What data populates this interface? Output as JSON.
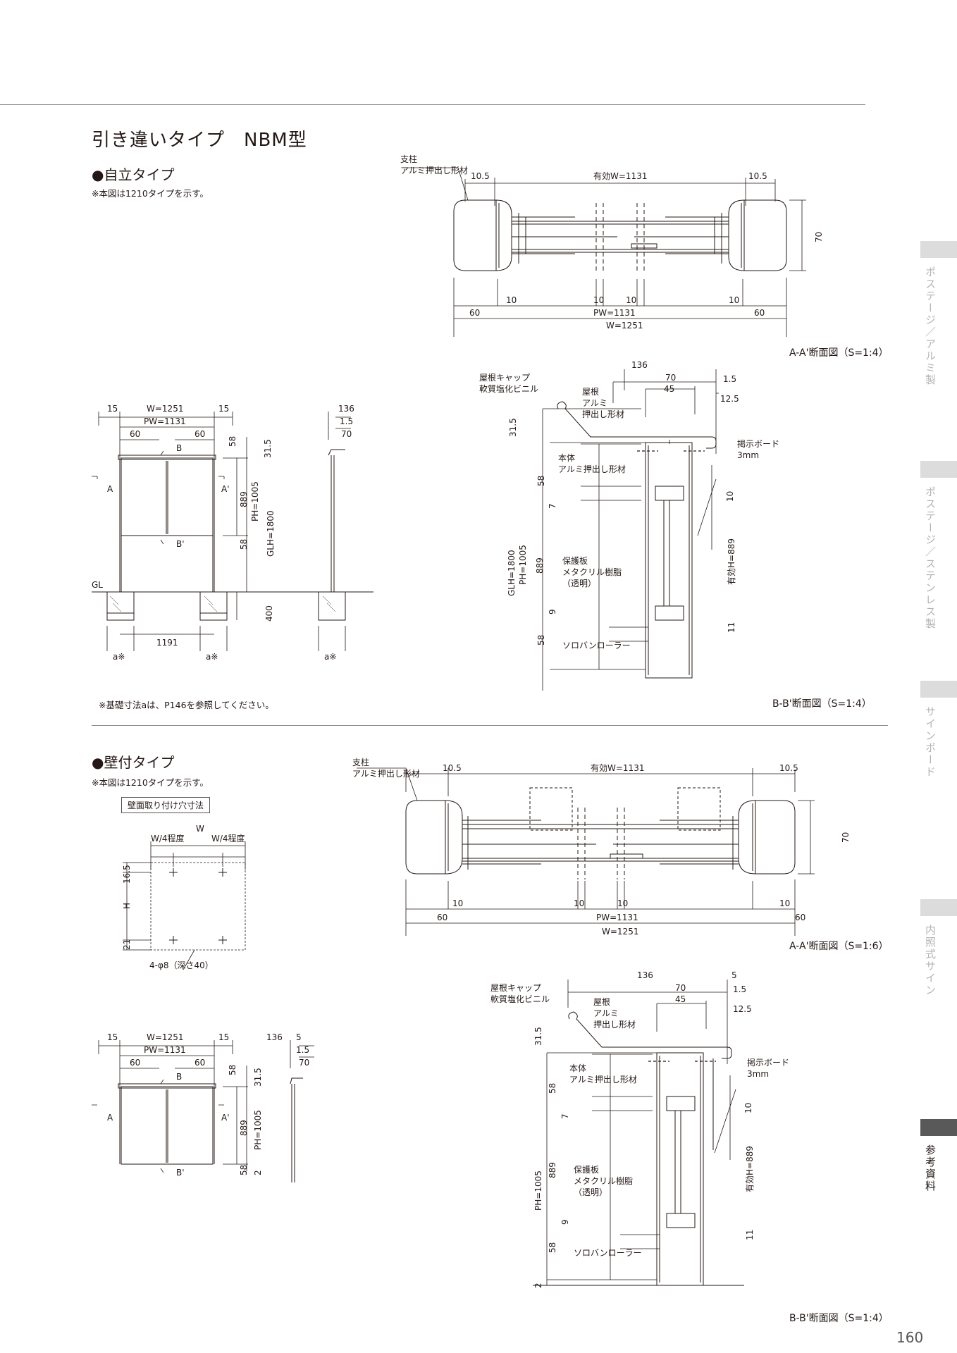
{
  "page": {
    "title": "引き違いタイプ　NBM型",
    "page_number": "160"
  },
  "tabs": [
    {
      "label": "ポステージ／アルミ製",
      "active": false
    },
    {
      "label": "ポステージ／ステンレス製",
      "active": false
    },
    {
      "label": "サインボード",
      "active": false
    },
    {
      "label": "内照式サイン",
      "active": false
    },
    {
      "label": "参考資料",
      "active": true
    }
  ],
  "section1": {
    "heading": "●自立タイプ",
    "note": "※本図は1210タイプを示す。",
    "footnote": "※基礎寸法aは、P146を参照してください。",
    "aa_caption": "A-A'断面図（S=1:4）",
    "bb_caption": "B-B'断面図（S=1:4）",
    "aa": {
      "post_label1": "支柱",
      "post_label2": "アルミ押出し形材",
      "d_left": "10.5",
      "d_eff": "有効W=1131",
      "d_right": "10.5",
      "d_h": "70",
      "d_10a": "10",
      "d_10b": "10",
      "d_10c": "10",
      "d_10d": "10",
      "d_60a": "60",
      "d_pw": "PW=1131",
      "d_60b": "60",
      "d_w": "W=1251"
    },
    "front": {
      "d15a": "15",
      "dw": "W=1251",
      "d15b": "15",
      "dpw": "PW=1131",
      "d60a": "60",
      "d60b": "60",
      "lb": "B",
      "la": "A",
      "la2": "A'",
      "lb2": "B'",
      "d58a": "58",
      "d315": "31.5",
      "d889": "889",
      "dph": "PH=1005",
      "dglh": "GLH=1800",
      "d58b": "58",
      "gl": "GL",
      "d400": "400",
      "d1191": "1191",
      "da1": "a※",
      "da2": "a※"
    },
    "side": {
      "d136": "136",
      "d15": "1.5",
      "d70": "70",
      "da": "a※"
    },
    "bb": {
      "d136": "136",
      "d70": "70",
      "d45": "45",
      "d15": "1.5",
      "d125": "12.5",
      "roofcap1": "屋根キャップ",
      "roofcap2": "軟質塩化ビニル",
      "roof1": "屋根",
      "roof2": "アルミ",
      "roof3": "押出し形材",
      "d315": "31.5",
      "body1": "本体",
      "body2": "アルミ押出し形材",
      "board1": "掲示ボード",
      "board2": "3mm",
      "d58a": "58",
      "d7": "7",
      "d10": "10",
      "dglh": "GLH=1800",
      "dph": "PH=1005",
      "d889": "889",
      "prot1": "保護板",
      "prot2": "メタクリル樹脂",
      "prot3": "（透明）",
      "deff": "有効H=889",
      "d9": "9",
      "d11": "11",
      "d58b": "58",
      "roller": "ソロバンローラー"
    }
  },
  "section2": {
    "heading": "●壁付タイプ",
    "note": "※本図は1210タイプを示す。",
    "aa_caption": "A-A'断面図（S=1:6）",
    "bb_caption": "B-B'断面図（S=1:4）",
    "wall": {
      "box": "壁面取り付け穴寸法",
      "dw": "W",
      "dw4a": "W/4程度",
      "dw4b": "W/4程度",
      "d165": "16.5",
      "dh": "H",
      "d21": "21",
      "holes": "4-φ8（深さ40）"
    },
    "aa": {
      "post_label1": "支柱",
      "post_label2": "アルミ押出し形材",
      "d_left": "10.5",
      "d_eff": "有効W=1131",
      "d_right": "10.5",
      "d_h": "70",
      "d_10a": "10",
      "d_10b": "10",
      "d_10c": "10",
      "d_10d": "10",
      "d_60a": "60",
      "d_pw": "PW=1131",
      "d_60b": "60",
      "d_w": "W=1251"
    },
    "front": {
      "d15a": "15",
      "dw": "W=1251",
      "d15b": "15",
      "dpw": "PW=1131",
      "d60a": "60",
      "d60b": "60",
      "lb": "B",
      "la": "A",
      "la2": "A'",
      "lb2": "B'",
      "d58a": "58",
      "d315": "31.5",
      "d889": "889",
      "dph": "PH=1005",
      "d58b": "58",
      "d2": "2"
    },
    "side": {
      "d136": "136",
      "d5": "5",
      "d15": "1.5",
      "d70": "70"
    },
    "bb": {
      "d136": "136",
      "d5": "5",
      "d70": "70",
      "d45": "45",
      "d15": "1.5",
      "d125": "12.5",
      "roofcap1": "屋根キャップ",
      "roofcap2": "軟質塩化ビニル",
      "roof1": "屋根",
      "roof2": "アルミ",
      "roof3": "押出し形材",
      "d315": "31.5",
      "body1": "本体",
      "body2": "アルミ押出し形材",
      "board1": "掲示ボード",
      "board2": "3mm",
      "d58a": "58",
      "d7": "7",
      "d10": "10",
      "dph": "PH=1005",
      "d889": "889",
      "prot1": "保護板",
      "prot2": "メタクリル樹脂",
      "prot3": "（透明）",
      "deff": "有効H=889",
      "d9": "9",
      "d11": "11",
      "d58b": "58",
      "d2": "2",
      "roller": "ソロバンローラー"
    }
  }
}
